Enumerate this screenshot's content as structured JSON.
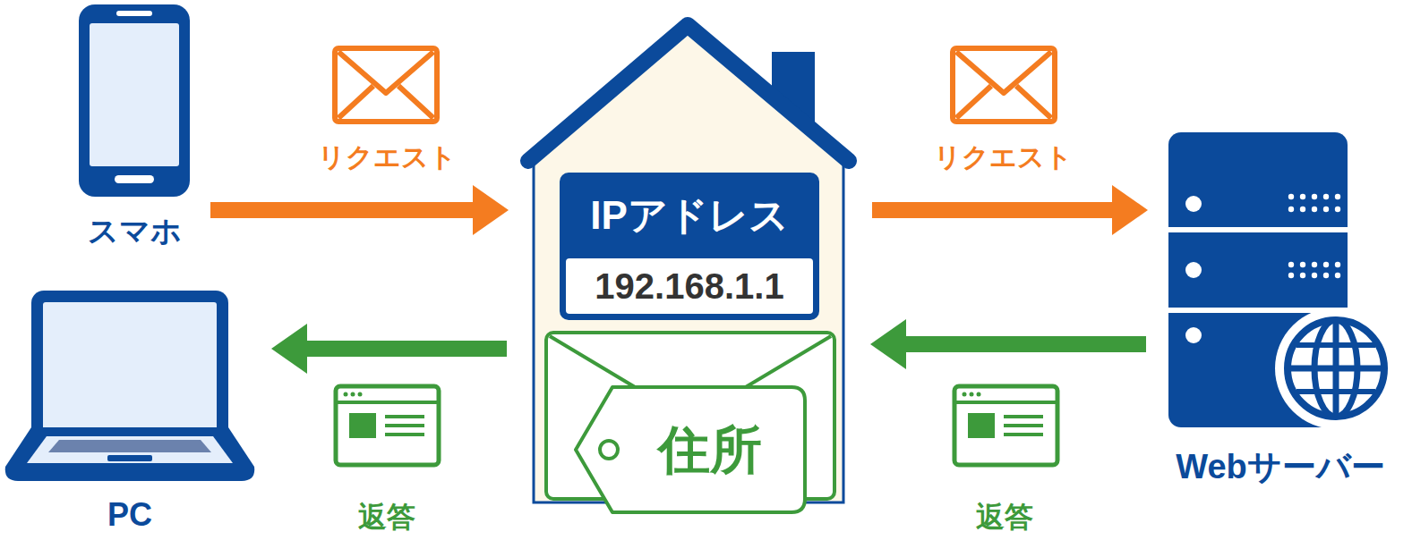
{
  "diagram": {
    "nodes": [
      {
        "text": [
          "スマホ"
        ]
      },
      {
        "text": [
          "PC"
        ]
      },
      {
        "text": [
          "IPアドレス",
          "192.168.1.1"
        ]
      },
      {
        "text": [
          "住所"
        ],
        "in": 2
      },
      {
        "text": [
          "Webサーバー"
        ]
      }
    ],
    "edges": [
      {
        "from": 0,
        "to": 2,
        "label": "リクエスト",
        "arrow": "to"
      },
      {
        "from": 2,
        "to": 4,
        "label": "リクエスト",
        "arrow": "to"
      },
      {
        "from": 4,
        "to": 2,
        "label": "返答",
        "arrow": "to"
      },
      {
        "from": 2,
        "to": 1,
        "label": "返答",
        "arrow": "to"
      }
    ]
  }
}
